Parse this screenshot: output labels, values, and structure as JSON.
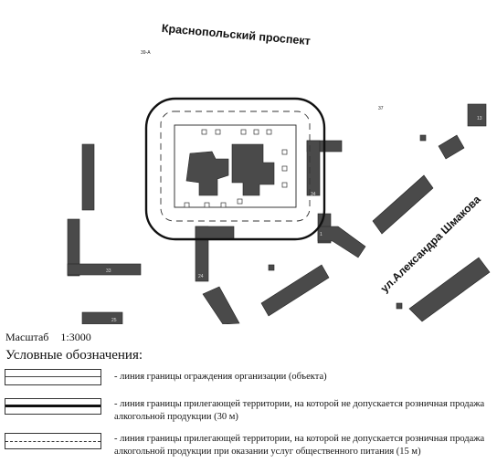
{
  "map": {
    "streets": [
      {
        "name": "Краснопольский проспект"
      },
      {
        "name": "ул.Александра Шмакова"
      }
    ],
    "building_numbers": [
      "39-А",
      "37",
      "13",
      "34",
      "1",
      "24",
      "33",
      "25"
    ]
  },
  "scale": {
    "label": "Масштаб",
    "value": "1:3000"
  },
  "legend": {
    "title": "Условные обозначения:",
    "items": [
      {
        "symbol": "fence-line",
        "text": "- линия границы ограждения организации (объекта)"
      },
      {
        "symbol": "thick-line",
        "text": "- линия границы прилегающей территории, на которой не допускается розничная продажа алкогольной продукции (30 м)"
      },
      {
        "symbol": "dashed-line",
        "text": "- линия границы прилегающей территории, на которой не допускается розничная продажа алкогольной продукции при оказании услуг общественного питания (15 м)"
      }
    ]
  },
  "colors": {
    "building": "#4a4a4a",
    "outline": "#111111"
  }
}
